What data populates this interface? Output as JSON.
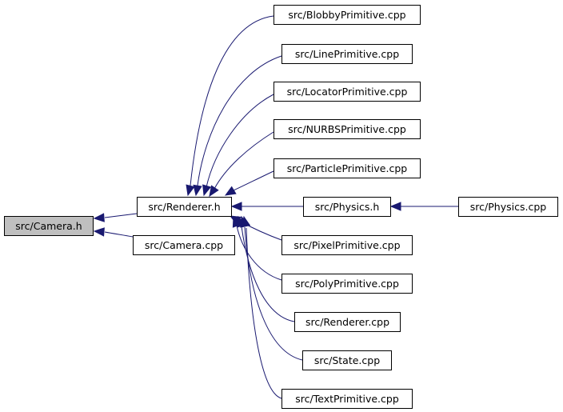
{
  "graph": {
    "colors": {
      "edge": "#191970",
      "node_border": "#000000",
      "node_fill": "#ffffff",
      "root_fill": "#bfbfbf"
    },
    "nodes": {
      "camera_h": {
        "label": "src/Camera.h"
      },
      "renderer_h": {
        "label": "src/Renderer.h"
      },
      "camera_cpp": {
        "label": "src/Camera.cpp"
      },
      "blobby": {
        "label": "src/BlobbyPrimitive.cpp"
      },
      "line": {
        "label": "src/LinePrimitive.cpp"
      },
      "locator": {
        "label": "src/LocatorPrimitive.cpp"
      },
      "nurbs": {
        "label": "src/NURBSPrimitive.cpp"
      },
      "particle": {
        "label": "src/ParticlePrimitive.cpp"
      },
      "physics_h": {
        "label": "src/Physics.h"
      },
      "physics_cpp": {
        "label": "src/Physics.cpp"
      },
      "pixel": {
        "label": "src/PixelPrimitive.cpp"
      },
      "poly": {
        "label": "src/PolyPrimitive.cpp"
      },
      "renderer_cpp": {
        "label": "src/Renderer.cpp"
      },
      "state": {
        "label": "src/State.cpp"
      },
      "text": {
        "label": "src/TextPrimitive.cpp"
      }
    },
    "edges": [
      {
        "from": "renderer_h",
        "to": "camera_h"
      },
      {
        "from": "camera_cpp",
        "to": "camera_h"
      },
      {
        "from": "blobby",
        "to": "renderer_h"
      },
      {
        "from": "line",
        "to": "renderer_h"
      },
      {
        "from": "locator",
        "to": "renderer_h"
      },
      {
        "from": "nurbs",
        "to": "renderer_h"
      },
      {
        "from": "particle",
        "to": "renderer_h"
      },
      {
        "from": "physics_h",
        "to": "renderer_h"
      },
      {
        "from": "pixel",
        "to": "renderer_h"
      },
      {
        "from": "poly",
        "to": "renderer_h"
      },
      {
        "from": "renderer_cpp",
        "to": "renderer_h"
      },
      {
        "from": "state",
        "to": "renderer_h"
      },
      {
        "from": "text",
        "to": "renderer_h"
      },
      {
        "from": "physics_cpp",
        "to": "physics_h"
      }
    ]
  }
}
